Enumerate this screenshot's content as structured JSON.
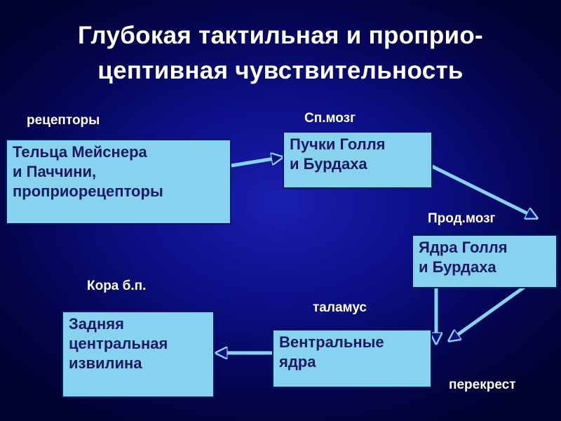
{
  "title": {
    "line1": "Глубокая тактильная и проприо-",
    "line2": "цептивная чувствительность"
  },
  "labels": {
    "receptors": "рецепторы",
    "spinal_cord": "Сп.мозг",
    "medulla": "Прод.мозг",
    "cortex": "Кора б.п.",
    "thalamus": "таламус",
    "decussation": "перекрест"
  },
  "boxes": {
    "meissner": "Тельца Мейснера\nи Паччини,\nпроприорецепторы",
    "goll_burdach_bundles": "Пучки Голля\n и Бурдаха",
    "goll_burdach_nuclei": "Ядра Голля\nи Бурдаха",
    "ventral_nuclei": "Вентральные\nядра",
    "postcentral_gyrus": "Задняя\nцентральная\nизвилина"
  },
  "colors": {
    "box_fill": "#86d2ef",
    "box_text": "#1a1a60",
    "arrow": "#86d2ef",
    "background": "#0c0f86"
  }
}
